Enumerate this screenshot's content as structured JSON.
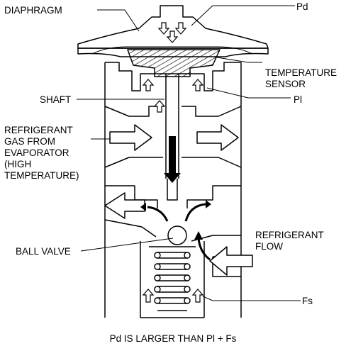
{
  "labels": {
    "diaphragm": "DIAPHRAGM",
    "pd": "Pd",
    "temperature_sensor_line1": "TEMPERATURE",
    "temperature_sensor_line2": "SENSOR",
    "shaft": "SHAFT",
    "pl": "Pl",
    "gas_line1": "REFRIGERANT",
    "gas_line2": "GAS FROM",
    "gas_line3": "EVAPORATOR",
    "gas_line4": "(HIGH",
    "gas_line5": "TEMPERATURE)",
    "refrigerant_flow_line1": "REFRIGERANT",
    "refrigerant_flow_line2": "FLOW",
    "ball_valve": "BALL VALVE",
    "fs": "Fs",
    "caption": "Pd IS LARGER THAN Pl + Fs"
  },
  "colors": {
    "line": "#000000",
    "background": "#ffffff"
  }
}
